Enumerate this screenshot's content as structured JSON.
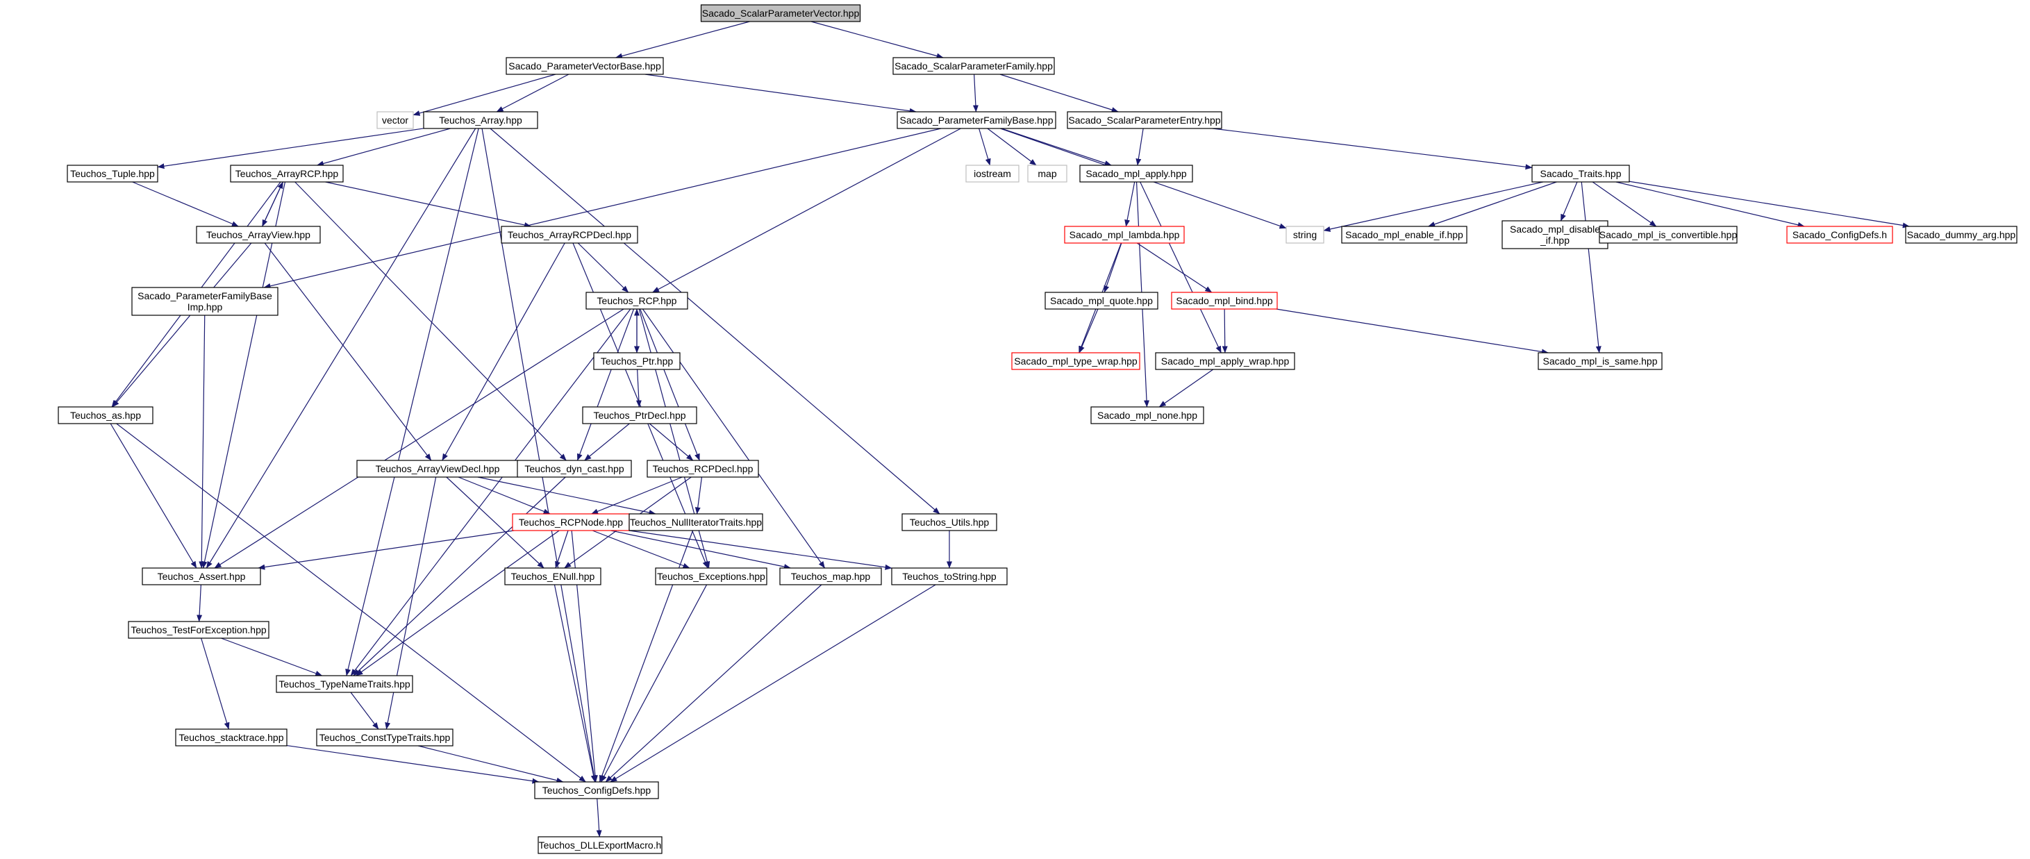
{
  "title": "Sacado_ScalarParameterVector.hpp",
  "colors": {
    "edge": "#191970",
    "border_normal": "#000000",
    "border_external": "#bfbfbf",
    "border_truncated": "#ff0000",
    "fill_root": "#bfbfbf",
    "fill_normal": "#ffffff",
    "text": "#000000"
  },
  "nodes": [
    {
      "id": "svec",
      "label": "Sacado_ScalarParameterVector.hpp",
      "kind": "root"
    },
    {
      "id": "pvb",
      "label": "Sacado_ParameterVectorBase.hpp",
      "kind": "normal"
    },
    {
      "id": "spf",
      "label": "Sacado_ScalarParameterFamily.hpp",
      "kind": "normal"
    },
    {
      "id": "vector",
      "label": "vector",
      "kind": "external"
    },
    {
      "id": "tarray",
      "label": "Teuchos_Array.hpp",
      "kind": "normal"
    },
    {
      "id": "pfb",
      "label": "Sacado_ParameterFamilyBase.hpp",
      "kind": "normal"
    },
    {
      "id": "spe",
      "label": "Sacado_ScalarParameterEntry.hpp",
      "kind": "normal"
    },
    {
      "id": "ttuple",
      "label": "Teuchos_Tuple.hpp",
      "kind": "normal"
    },
    {
      "id": "tarcp",
      "label": "Teuchos_ArrayRCP.hpp",
      "kind": "normal"
    },
    {
      "id": "iostream",
      "label": "iostream",
      "kind": "external"
    },
    {
      "id": "map",
      "label": "map",
      "kind": "external"
    },
    {
      "id": "mplapply",
      "label": "Sacado_mpl_apply.hpp",
      "kind": "normal"
    },
    {
      "id": "straits",
      "label": "Sacado_Traits.hpp",
      "kind": "normal"
    },
    {
      "id": "string",
      "label": "string",
      "kind": "external"
    },
    {
      "id": "enableif",
      "label": "Sacado_mpl_enable_if.hpp",
      "kind": "normal"
    },
    {
      "id": "disableif",
      "label": "Sacado_mpl_disable\n_if.hpp",
      "kind": "normal"
    },
    {
      "id": "isconv",
      "label": "Sacado_mpl_is_convertible.hpp",
      "kind": "normal"
    },
    {
      "id": "sconfig",
      "label": "Sacado_ConfigDefs.h",
      "kind": "truncated"
    },
    {
      "id": "dummy",
      "label": "Sacado_dummy_arg.hpp",
      "kind": "normal"
    },
    {
      "id": "tav",
      "label": "Teuchos_ArrayView.hpp",
      "kind": "normal"
    },
    {
      "id": "tarcpdecl",
      "label": "Teuchos_ArrayRCPDecl.hpp",
      "kind": "normal"
    },
    {
      "id": "lambda",
      "label": "Sacado_mpl_lambda.hpp",
      "kind": "truncated"
    },
    {
      "id": "pfbimp",
      "label": "Sacado_ParameterFamilyBase\nImp.hpp",
      "kind": "normal"
    },
    {
      "id": "trcp",
      "label": "Teuchos_RCP.hpp",
      "kind": "normal"
    },
    {
      "id": "quote",
      "label": "Sacado_mpl_quote.hpp",
      "kind": "normal"
    },
    {
      "id": "bind",
      "label": "Sacado_mpl_bind.hpp",
      "kind": "truncated"
    },
    {
      "id": "tptr",
      "label": "Teuchos_Ptr.hpp",
      "kind": "normal"
    },
    {
      "id": "typewrap",
      "label": "Sacado_mpl_type_wrap.hpp",
      "kind": "truncated"
    },
    {
      "id": "applywrap",
      "label": "Sacado_mpl_apply_wrap.hpp",
      "kind": "normal"
    },
    {
      "id": "issame",
      "label": "Sacado_mpl_is_same.hpp",
      "kind": "normal"
    },
    {
      "id": "tas",
      "label": "Teuchos_as.hpp",
      "kind": "normal"
    },
    {
      "id": "tptrdecl",
      "label": "Teuchos_PtrDecl.hpp",
      "kind": "normal"
    },
    {
      "id": "none",
      "label": "Sacado_mpl_none.hpp",
      "kind": "normal"
    },
    {
      "id": "tavdecl",
      "label": "Teuchos_ArrayViewDecl.hpp",
      "kind": "normal"
    },
    {
      "id": "tdyn",
      "label": "Teuchos_dyn_cast.hpp",
      "kind": "normal"
    },
    {
      "id": "trcpdecl",
      "label": "Teuchos_RCPDecl.hpp",
      "kind": "normal"
    },
    {
      "id": "trcpnode",
      "label": "Teuchos_RCPNode.hpp",
      "kind": "truncated"
    },
    {
      "id": "tnulliter",
      "label": "Teuchos_NullIteratorTraits.hpp",
      "kind": "normal"
    },
    {
      "id": "tutils",
      "label": "Teuchos_Utils.hpp",
      "kind": "normal"
    },
    {
      "id": "tassert",
      "label": "Teuchos_Assert.hpp",
      "kind": "normal"
    },
    {
      "id": "tenull",
      "label": "Teuchos_ENull.hpp",
      "kind": "normal"
    },
    {
      "id": "texc",
      "label": "Teuchos_Exceptions.hpp",
      "kind": "normal"
    },
    {
      "id": "tmap",
      "label": "Teuchos_map.hpp",
      "kind": "normal"
    },
    {
      "id": "ttostr",
      "label": "Teuchos_toString.hpp",
      "kind": "normal"
    },
    {
      "id": "ttfe",
      "label": "Teuchos_TestForException.hpp",
      "kind": "normal"
    },
    {
      "id": "ttnt",
      "label": "Teuchos_TypeNameTraits.hpp",
      "kind": "normal"
    },
    {
      "id": "tstack",
      "label": "Teuchos_stacktrace.hpp",
      "kind": "normal"
    },
    {
      "id": "tctt",
      "label": "Teuchos_ConstTypeTraits.hpp",
      "kind": "normal"
    },
    {
      "id": "tconfig",
      "label": "Teuchos_ConfigDefs.hpp",
      "kind": "normal"
    },
    {
      "id": "tdll",
      "label": "Teuchos_DLLExportMacro.h",
      "kind": "normal"
    }
  ],
  "edges": [
    [
      "svec",
      "pvb"
    ],
    [
      "svec",
      "spf"
    ],
    [
      "pvb",
      "vector"
    ],
    [
      "pvb",
      "tarray"
    ],
    [
      "pvb",
      "pfb"
    ],
    [
      "spf",
      "pfb"
    ],
    [
      "spf",
      "spe"
    ],
    [
      "tarray",
      "ttuple"
    ],
    [
      "tarray",
      "tarcp"
    ],
    [
      "tarray",
      "tassert"
    ],
    [
      "tarray",
      "ttnt"
    ],
    [
      "tarray",
      "tutils"
    ],
    [
      "tarray",
      "tconfig"
    ],
    [
      "pfb",
      "iostream"
    ],
    [
      "pfb",
      "map"
    ],
    [
      "pfb",
      "mplapply"
    ],
    [
      "pfb",
      "string"
    ],
    [
      "pfb",
      "pfbimp"
    ],
    [
      "pfb",
      "trcp"
    ],
    [
      "spe",
      "mplapply"
    ],
    [
      "spe",
      "straits"
    ],
    [
      "straits",
      "string"
    ],
    [
      "straits",
      "enableif"
    ],
    [
      "straits",
      "disableif"
    ],
    [
      "straits",
      "isconv"
    ],
    [
      "straits",
      "sconfig"
    ],
    [
      "straits",
      "dummy"
    ],
    [
      "straits",
      "issame"
    ],
    [
      "ttuple",
      "tav"
    ],
    [
      "tarcp",
      "tav"
    ],
    [
      "tarcp",
      "tarcpdecl"
    ],
    [
      "tarcp",
      "tas"
    ],
    [
      "tarcp",
      "tassert"
    ],
    [
      "tarcp",
      "tdyn"
    ],
    [
      "tav",
      "tarcp"
    ],
    [
      "tav",
      "tas"
    ],
    [
      "tav",
      "tavdecl"
    ],
    [
      "mplapply",
      "lambda"
    ],
    [
      "mplapply",
      "applywrap"
    ],
    [
      "mplapply",
      "none"
    ],
    [
      "lambda",
      "quote"
    ],
    [
      "lambda",
      "bind"
    ],
    [
      "lambda",
      "typewrap"
    ],
    [
      "quote",
      "typewrap"
    ],
    [
      "bind",
      "applywrap"
    ],
    [
      "bind",
      "issame"
    ],
    [
      "applywrap",
      "none"
    ],
    [
      "tarcpdecl",
      "trcp"
    ],
    [
      "tarcpdecl",
      "tavdecl"
    ],
    [
      "tarcpdecl",
      "texc"
    ],
    [
      "trcp",
      "tptr"
    ],
    [
      "trcp",
      "tdyn"
    ],
    [
      "trcp",
      "trcpdecl"
    ],
    [
      "trcp",
      "tassert"
    ],
    [
      "trcp",
      "texc"
    ],
    [
      "trcp",
      "tmap"
    ],
    [
      "trcp",
      "ttnt"
    ],
    [
      "tptr",
      "trcp"
    ],
    [
      "tptr",
      "tptrdecl"
    ],
    [
      "tptrdecl",
      "tdyn"
    ],
    [
      "tptrdecl",
      "trcpdecl"
    ],
    [
      "pfbimp",
      "tassert"
    ],
    [
      "tas",
      "tassert"
    ],
    [
      "tas",
      "tconfig"
    ],
    [
      "tavdecl",
      "trcpnode"
    ],
    [
      "tavdecl",
      "tnulliter"
    ],
    [
      "tavdecl",
      "tenull"
    ],
    [
      "tavdecl",
      "tctt"
    ],
    [
      "tdyn",
      "ttnt"
    ],
    [
      "trcpdecl",
      "trcpnode"
    ],
    [
      "trcpdecl",
      "tnulliter"
    ],
    [
      "trcpdecl",
      "tenull"
    ],
    [
      "trcpnode",
      "tassert"
    ],
    [
      "trcpnode",
      "tenull"
    ],
    [
      "trcpnode",
      "texc"
    ],
    [
      "trcpnode",
      "tmap"
    ],
    [
      "trcpnode",
      "ttostr"
    ],
    [
      "trcpnode",
      "ttnt"
    ],
    [
      "trcpnode",
      "tconfig"
    ],
    [
      "tnulliter",
      "tconfig"
    ],
    [
      "tutils",
      "ttostr"
    ],
    [
      "tassert",
      "ttfe"
    ],
    [
      "tenull",
      "tconfig"
    ],
    [
      "texc",
      "tconfig"
    ],
    [
      "tmap",
      "tconfig"
    ],
    [
      "ttostr",
      "tconfig"
    ],
    [
      "ttfe",
      "ttnt"
    ],
    [
      "ttfe",
      "tstack"
    ],
    [
      "ttnt",
      "tctt"
    ],
    [
      "tstack",
      "tconfig"
    ],
    [
      "tctt",
      "tconfig"
    ],
    [
      "tconfig",
      "tdll"
    ]
  ]
}
